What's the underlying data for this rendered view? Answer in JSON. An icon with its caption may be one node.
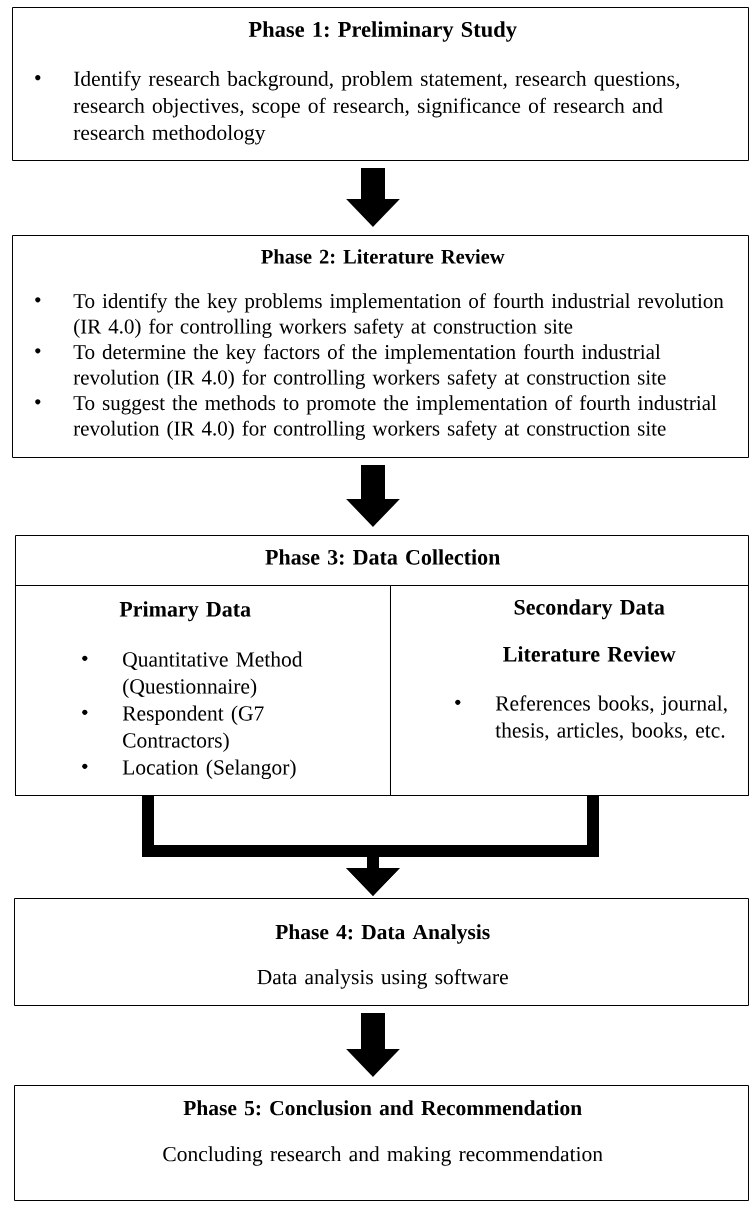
{
  "diagram": {
    "nodes": [
      {
        "text": [
          "Phase 1: Preliminary Study",
          "Identify research background, problem statement, research questions, research objectives, scope of research, significance of research and research methodology"
        ]
      },
      {
        "text": [
          "Phase 2: Literature Review",
          "To identify the key problems implementation of fourth industrial revolution (IR 4.0) for controlling workers safety at construction site",
          "To determine the key factors of the implementation fourth industrial revolution (IR 4.0) for controlling workers safety at construction site",
          "To suggest the methods to promote the implementation of fourth industrial revolution (IR 4.0) for controlling workers safety at construction site"
        ]
      },
      {
        "text": [
          "Phase 3: Data Collection"
        ]
      },
      {
        "text": [
          "Primary Data",
          "Quantitative Method (Questionnaire)",
          "Respondent (G7 Contractors)",
          "Location (Selangor)"
        ],
        "in": 2
      },
      {
        "text": [
          "Secondary Data",
          "Literature Review",
          "References books, journal, thesis, articles, books, etc."
        ],
        "in": 2
      },
      {
        "text": [
          "Phase 4: Data Analysis",
          "Data analysis using software"
        ]
      },
      {
        "text": [
          "Phase 5: Conclusion and Recommendation",
          "Concluding research and making recommendation"
        ]
      }
    ],
    "edges": [
      {
        "from": 0,
        "to": 1,
        "arrow": "to"
      },
      {
        "from": 1,
        "to": 2,
        "arrow": "to"
      },
      {
        "from": 3,
        "to": 5,
        "arrow": "to"
      },
      {
        "from": 4,
        "to": 5,
        "arrow": "to"
      },
      {
        "from": 5,
        "to": 6,
        "arrow": "to"
      }
    ]
  }
}
